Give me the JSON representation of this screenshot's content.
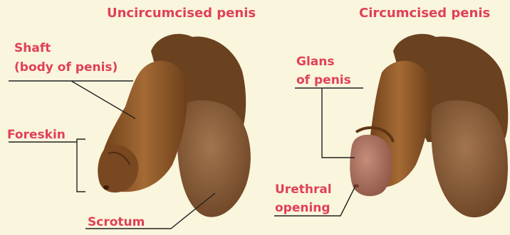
{
  "titles": {
    "left": "Uncircumcised penis",
    "right": "Circumcised penis"
  },
  "labels": {
    "shaft": [
      "Shaft",
      "(body of penis)"
    ],
    "foreskin": "Foreskin",
    "scrotum": "Scrotum",
    "glans": [
      "Glans",
      "of penis"
    ],
    "urethral_opening": [
      "Urethral",
      "opening"
    ]
  },
  "colors": {
    "background": "#faf5dd",
    "label_text": "#e0405a",
    "leader_line": "#222222",
    "skin": "#8a5424",
    "skin_dark": "#5e3614",
    "hair": "#6b4220",
    "scrotum": "#8f6240",
    "glans": "#b27866"
  }
}
